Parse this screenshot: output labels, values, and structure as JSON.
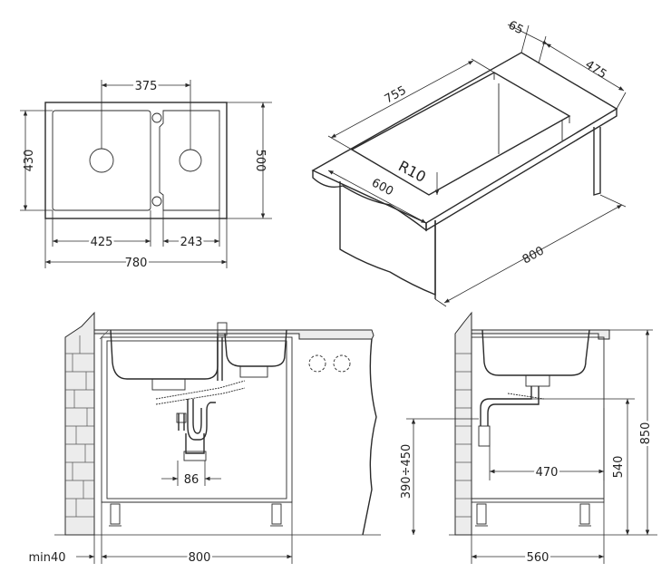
{
  "dimensions": {
    "top_view": {
      "d_375": "375",
      "d_430": "430",
      "d_500": "500",
      "d_425": "425",
      "d_243": "243",
      "d_780": "780"
    },
    "iso_view": {
      "d_65": "65",
      "d_475": "475",
      "d_755": "755",
      "d_R10": "R10",
      "d_600": "600",
      "d_800": "800"
    },
    "front_view": {
      "d_86": "86",
      "d_800": "800",
      "d_min40": "min40"
    },
    "side_view": {
      "d_470": "470",
      "d_390_450": "390÷450",
      "d_540": "540",
      "d_850": "850",
      "d_560": "560"
    }
  }
}
